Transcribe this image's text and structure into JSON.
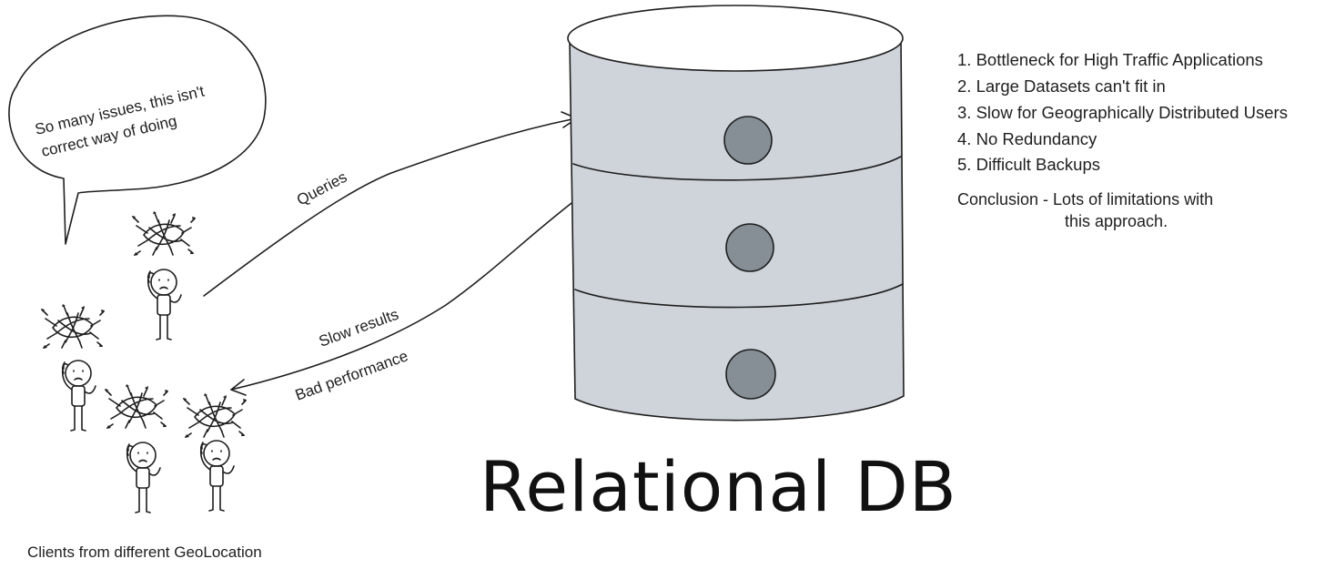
{
  "speech_bubble": {
    "line1": "So many issues, this isn't",
    "line2": "correct way of doing"
  },
  "arrows": {
    "queries": "Queries",
    "slow_results": "Slow results",
    "bad_performance": "Bad performance"
  },
  "clients_label": "Clients from different GeoLocation",
  "issues": [
    {
      "number": "1.",
      "text": "Bottleneck for High Traffic Applications"
    },
    {
      "number": "2.",
      "text": "Large Datasets can't fit in"
    },
    {
      "number": "3.",
      "text": "Slow for Geographically Distributed Users"
    },
    {
      "number": "4.",
      "text": "No Redundancy"
    },
    {
      "number": "5.",
      "text": "Difficult Backups"
    }
  ],
  "conclusion": {
    "line1": "Conclusion - Lots of limitations with",
    "line2": "this approach."
  },
  "db_title": "Relational DB",
  "colors": {
    "db_fill": "#ced4da",
    "db_dot": "#868e96",
    "stroke": "#1e1e1e"
  }
}
